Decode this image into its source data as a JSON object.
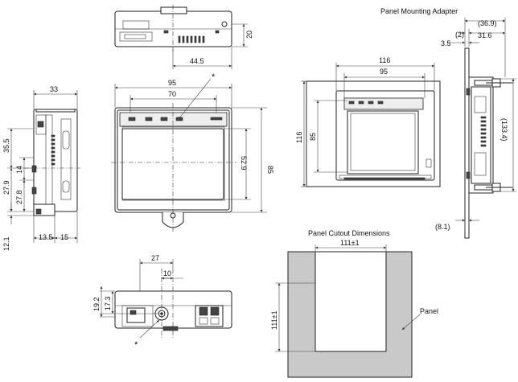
{
  "titles": {
    "adapter": "Panel Mounting Adapter",
    "cutout": "Panel Cutout Dimensions",
    "panel_label": "Panel"
  },
  "top_view": {
    "w_44_5": "44.5",
    "h_20": "20"
  },
  "front_view": {
    "w_95": "95",
    "w_70": "70",
    "h_85": "85",
    "h_52_9": "52.9",
    "asterisk": "*"
  },
  "side_view": {
    "w_33": "33",
    "d_35_5": "35.5",
    "d_14": "14",
    "d_27_9": "27.9",
    "d_27_8": "27.8",
    "d_12_1": "12.1",
    "d_13_5": "13.5",
    "d_15": "15"
  },
  "bottom_view": {
    "d_27": "27",
    "d_10": "10",
    "d_19_2": "19.2",
    "d_17_3": "17.3",
    "asterisk": "*"
  },
  "adapter_front": {
    "w_116": "116",
    "w_95": "95",
    "h_116": "116",
    "h_85": "85"
  },
  "adapter_side": {
    "d_36_9": "(36.9)",
    "d_2": "(2)",
    "d_31_6": "31.6",
    "d_3_5": "3.5",
    "d_133_4": "(133.4)",
    "d_8_1": "(8.1)"
  },
  "cutout": {
    "w": "111±1",
    "h": "111±1"
  }
}
